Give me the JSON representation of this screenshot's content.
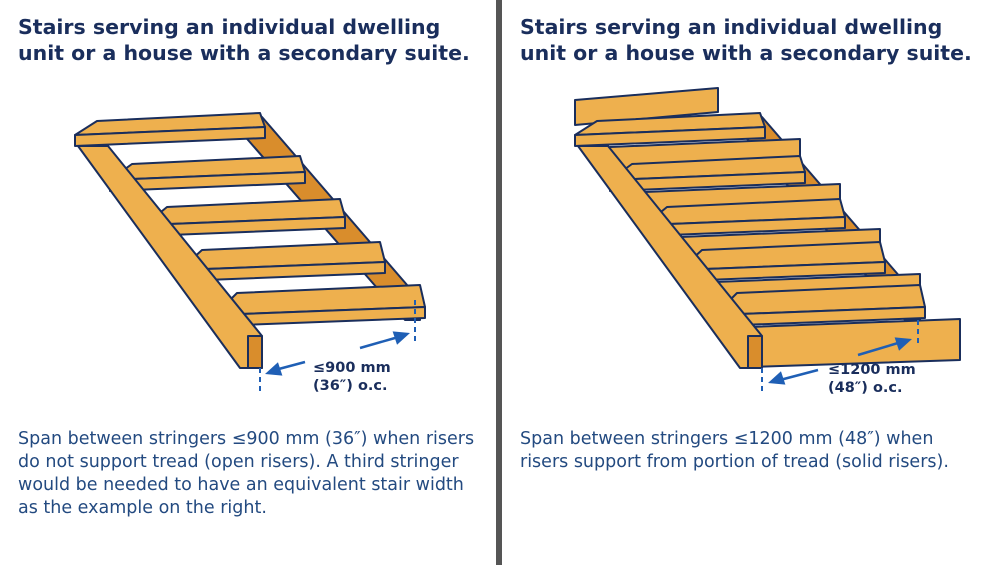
{
  "left": {
    "title": "Stairs serving an individual dwelling unit or a house with a secondary suite.",
    "dimension_line1": "≤900 mm",
    "dimension_line2": "(36″) o.c.",
    "description": "Span between stringers ≤900 mm (36″) when risers do not support tread (open risers). A third stringer would be needed to have an equivalent stair width as the example on the right."
  },
  "right": {
    "title": "Stairs serving an individual dwelling unit or a house with a secondary suite.",
    "dimension_line1": "≤1200 mm",
    "dimension_line2": "(48″) o.c.",
    "description": "Span between stringers ≤1200 mm (48″) when risers support from portion of tread (solid risers)."
  },
  "colors": {
    "wood": "#eeb04e",
    "wood_dark": "#d98d2c",
    "outline": "#1a2e5c",
    "arrow": "#1f5fb5",
    "divider": "#555555"
  }
}
